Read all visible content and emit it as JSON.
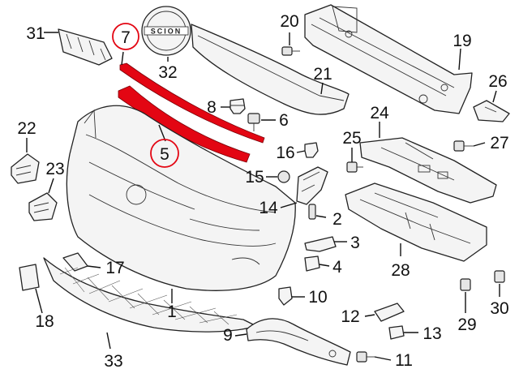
{
  "callouts": [
    {
      "id": "c1",
      "text": "1"
    },
    {
      "id": "c2",
      "text": "2"
    },
    {
      "id": "c3",
      "text": "3"
    },
    {
      "id": "c4",
      "text": "4"
    },
    {
      "id": "c5",
      "text": "5",
      "highlighted": true
    },
    {
      "id": "c6",
      "text": "6"
    },
    {
      "id": "c7",
      "text": "7",
      "highlighted": true
    },
    {
      "id": "c8",
      "text": "8"
    },
    {
      "id": "c9",
      "text": "9"
    },
    {
      "id": "c10",
      "text": "10"
    },
    {
      "id": "c11",
      "text": "11"
    },
    {
      "id": "c12",
      "text": "12"
    },
    {
      "id": "c13",
      "text": "13"
    },
    {
      "id": "c14",
      "text": "14"
    },
    {
      "id": "c15",
      "text": "15"
    },
    {
      "id": "c16",
      "text": "16"
    },
    {
      "id": "c17",
      "text": "17"
    },
    {
      "id": "c18",
      "text": "18"
    },
    {
      "id": "c19",
      "text": "19"
    },
    {
      "id": "c20",
      "text": "20"
    },
    {
      "id": "c21",
      "text": "21"
    },
    {
      "id": "c22",
      "text": "22"
    },
    {
      "id": "c23",
      "text": "23"
    },
    {
      "id": "c24",
      "text": "24"
    },
    {
      "id": "c25",
      "text": "25"
    },
    {
      "id": "c26",
      "text": "26"
    },
    {
      "id": "c27",
      "text": "27"
    },
    {
      "id": "c28",
      "text": "28"
    },
    {
      "id": "c29",
      "text": "29"
    },
    {
      "id": "c30",
      "text": "30"
    },
    {
      "id": "c31",
      "text": "31"
    },
    {
      "id": "c32",
      "text": "32"
    },
    {
      "id": "c33",
      "text": "33"
    }
  ],
  "emblem": {
    "text": "SCION"
  },
  "colors": {
    "highlight": "#e30613",
    "line": "#222222",
    "part_fill": "#f4f4f4"
  }
}
